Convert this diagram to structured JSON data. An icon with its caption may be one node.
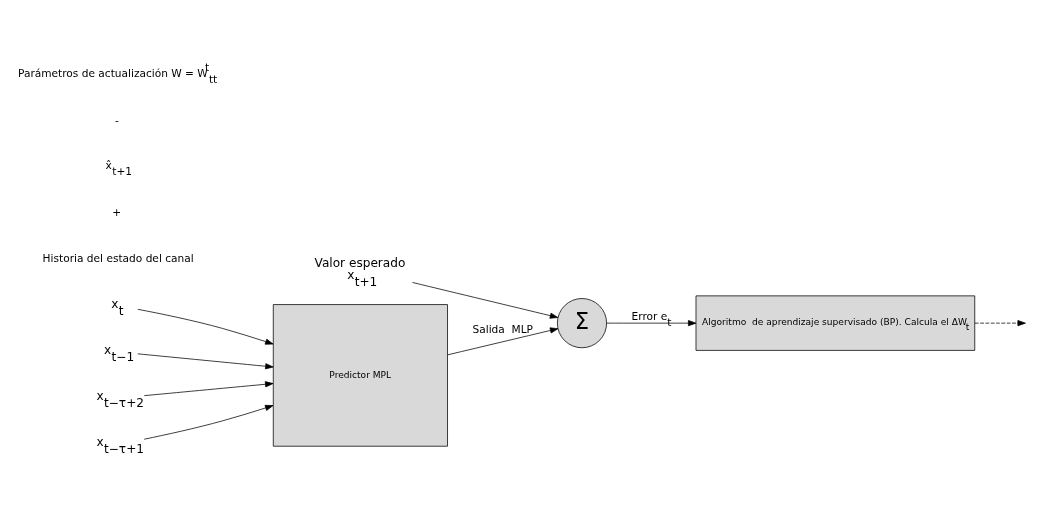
{
  "diagram": {
    "nodes": [
      {
        "text": [
          "Predictor MPL"
        ]
      },
      {
        "text": [
          "Σ"
        ]
      },
      {
        "text": [
          "Algoritmo  de aprendizaje supervisado (BP). Calcula el ΔW$_{t}$"
        ]
      },
      {
        "text": [
          "x$_{t}$"
        ]
      },
      {
        "text": [
          "x$_{t−1}$"
        ]
      },
      {
        "text": [
          "x$_{t−τ+2}$"
        ]
      },
      {
        "text": [
          "x$_{t−τ+1}$"
        ]
      },
      {
        "text": [
          "Valor esperado",
          "x$_{t+1}$"
        ]
      }
    ],
    "edges": [
      {
        "from": 3,
        "to": 0,
        "arrow": "to"
      },
      {
        "from": 4,
        "to": 0,
        "arrow": "to"
      },
      {
        "from": 5,
        "to": 0,
        "arrow": "to"
      },
      {
        "from": 6,
        "to": 0,
        "arrow": "to"
      },
      {
        "from": 7,
        "to": 1,
        "arrow": "to"
      },
      {
        "from": 0,
        "to": 1,
        "arrow": "to",
        "label": "Salida  MLP"
      },
      {
        "from": 1,
        "to": 2,
        "arrow": "to",
        "label": "Error e$_{t}$"
      },
      {
        "from": 2,
        "to": null,
        "arrow": "to",
        "style": "dashed"
      }
    ],
    "labels": [
      "Historia del estado del canal",
      "+",
      "x̂$_{t+1}$",
      "-",
      "Parámetros de actualización W = W$^{t}$$_{tt}$"
    ]
  }
}
